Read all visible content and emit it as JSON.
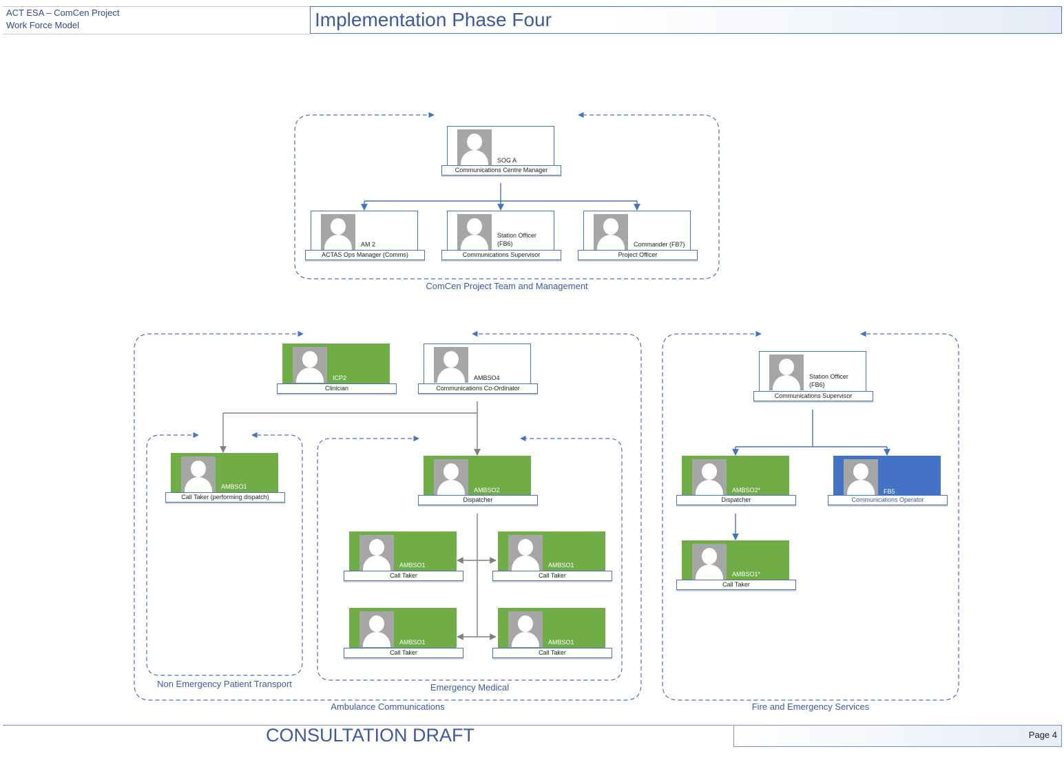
{
  "header": {
    "org_line1": "ACT ESA – ComCen Project",
    "org_line2": "Work Force Model",
    "title": "Implementation Phase Four"
  },
  "footer": {
    "draft": "CONSULTATION DRAFT",
    "page": "Page 4"
  },
  "groups": {
    "management": "ComCen Project Team and Management",
    "ambulance": "Ambulance Communications",
    "nept": "Non Emergency Patient Transport",
    "emergency_medical": "Emergency Medical",
    "fire": "Fire and Emergency Services"
  },
  "cards": {
    "comcen_manager": {
      "grade": "SOG A",
      "title": "Communications Centre Manager"
    },
    "actas_ops_manager": {
      "grade": "AM 2",
      "title": "ACTAS Ops Manager (Comms)"
    },
    "mgmt_comms_supervisor": {
      "grade": "Station Officer\n(FB6)",
      "title": "Communications Supervisor"
    },
    "project_officer": {
      "grade": "Commander (FB7)",
      "title": "Project Officer"
    },
    "clinician": {
      "grade": "ICP2",
      "title": "Clinician"
    },
    "comms_coordinator": {
      "grade": "AMBSO4",
      "title": "Communications Co-Ordinator"
    },
    "nept_call_taker": {
      "grade": "AMBSO1",
      "title": "Call Taker (performing dispatch)"
    },
    "em_dispatcher": {
      "grade": "AMBSO2",
      "title": "Dispatcher"
    },
    "em_call_taker_1": {
      "grade": "AMBSO1",
      "title": "Call Taker"
    },
    "em_call_taker_2": {
      "grade": "AMBSO1",
      "title": "Call Taker"
    },
    "em_call_taker_3": {
      "grade": "AMBSO1",
      "title": "Call Taker"
    },
    "em_call_taker_4": {
      "grade": "AMBSO1",
      "title": "Call Taker"
    },
    "fes_comms_supervisor": {
      "grade": "Station Officer\n(FB6)",
      "title": "Communications Supervisor"
    },
    "fes_dispatcher": {
      "grade": "AMBSO2*",
      "title": "Dispatcher"
    },
    "fes_comms_operator": {
      "grade": "FB5",
      "title": "Communications Operator"
    },
    "fes_call_taker": {
      "grade": "AMBSO1*",
      "title": "Call Taker"
    }
  },
  "colors": {
    "accent": "#4472c4",
    "green_role": "#70ad47",
    "blue_role": "#4472c4",
    "connector": "#7f7f7f",
    "dashed_border": "#4a6fb6"
  }
}
